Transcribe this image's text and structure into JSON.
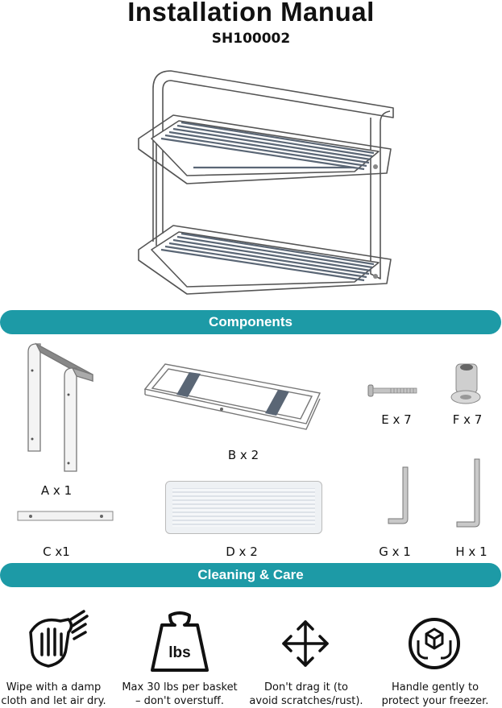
{
  "header": {
    "title": "Installation Manual",
    "model": "SH100002"
  },
  "colors": {
    "banner": "#1d9aa6",
    "metal": "#9a9a9a",
    "slat": "#5a6675"
  },
  "components": {
    "heading": "Components",
    "items": [
      {
        "id": "A",
        "label": "A x 1",
        "icon": "side-frame-icon"
      },
      {
        "id": "B",
        "label": "B x 2",
        "icon": "shelf-frame-icon"
      },
      {
        "id": "E",
        "label": "E x 7",
        "icon": "screw-icon"
      },
      {
        "id": "F",
        "label": "F x 7",
        "icon": "barrel-nut-icon"
      },
      {
        "id": "C",
        "label": "C x1",
        "icon": "crossbar-icon"
      },
      {
        "id": "D",
        "label": "D x 2",
        "icon": "ribbed-mat-icon"
      },
      {
        "id": "G",
        "label": "G x 1",
        "icon": "hex-key-icon"
      },
      {
        "id": "H",
        "label": "H x 1",
        "icon": "hex-key-icon"
      }
    ]
  },
  "care": {
    "heading": "Cleaning & Care",
    "items": [
      {
        "line1": "Wipe with a damp",
        "line2": "cloth and let air dry.",
        "icon": "hand-wipe-icon"
      },
      {
        "line1": "Max 30 lbs per basket",
        "line2": "– don't overstuff.",
        "icon": "weight-icon",
        "icon_text": "lbs"
      },
      {
        "line1": "Don't drag it (to",
        "line2": "avoid scratches/rust).",
        "icon": "move-arrows-icon"
      },
      {
        "line1": "Handle gently to",
        "line2": "protect your freezer.",
        "icon": "fragile-box-icon"
      }
    ]
  }
}
